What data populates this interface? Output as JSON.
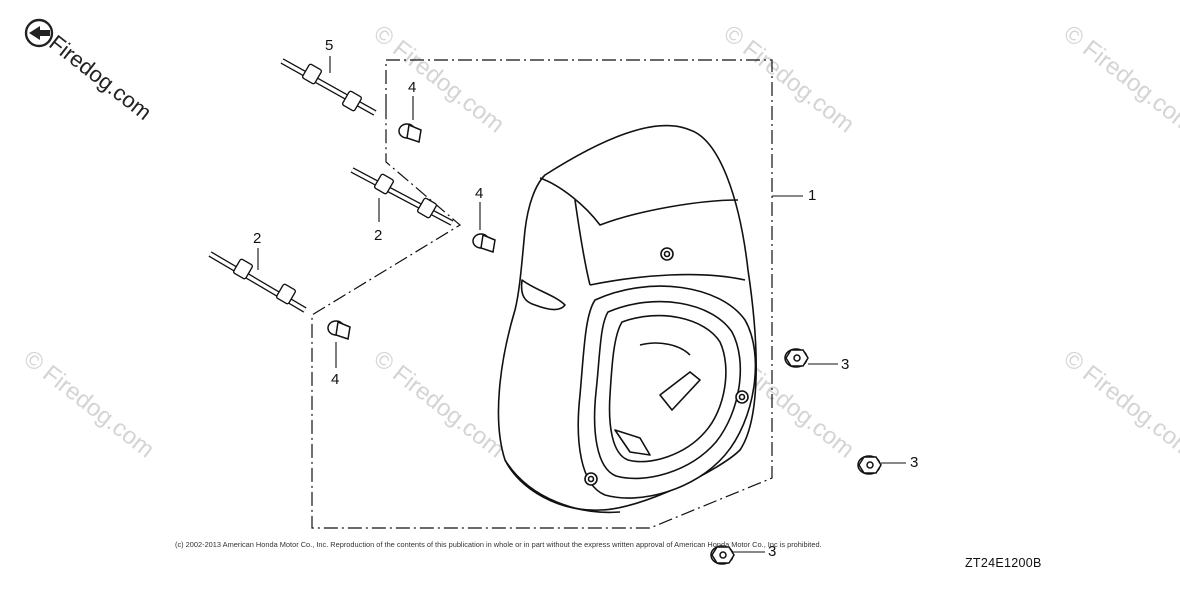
{
  "watermark": {
    "text": "Firedog.com",
    "symbol": "©"
  },
  "callouts": [
    {
      "id": "c1",
      "label": "1"
    },
    {
      "id": "c2a",
      "label": "2"
    },
    {
      "id": "c2b",
      "label": "2"
    },
    {
      "id": "c3a",
      "label": "3"
    },
    {
      "id": "c3b",
      "label": "3"
    },
    {
      "id": "c3c",
      "label": "3"
    },
    {
      "id": "c4a",
      "label": "4"
    },
    {
      "id": "c4b",
      "label": "4"
    },
    {
      "id": "c4c",
      "label": "4"
    },
    {
      "id": "c5",
      "label": "5"
    }
  ],
  "footer": {
    "copyright": "(c) 2002-2013 American Honda Motor Co., Inc. Reproduction of the contents of this publication in whole or in part without the express written approval of American Honda Motor Co., Inc is prohibited.",
    "diagram_code": "ZT24E1200B"
  },
  "colors": {
    "line": "#111111",
    "watermark": "#d4d4d4"
  }
}
